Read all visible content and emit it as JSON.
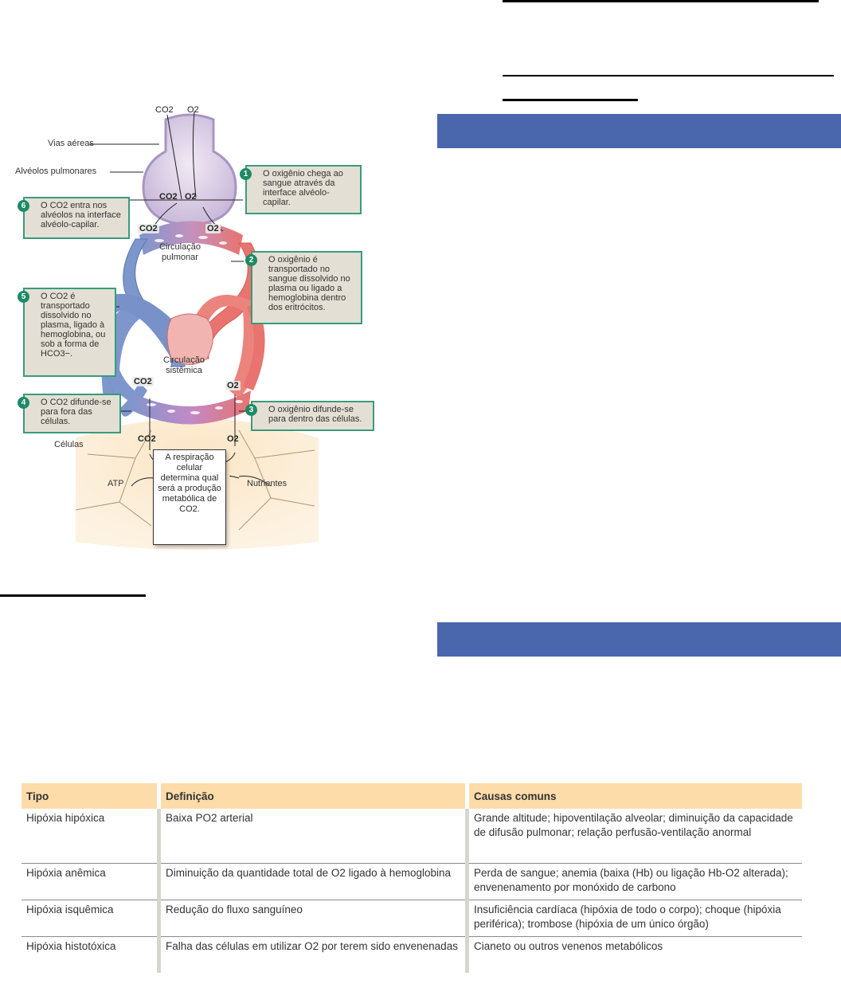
{
  "colors": {
    "section_bar": "#4a67ae",
    "table_header_bg": "#fddcaa",
    "callout_bg": "#e4dfd4",
    "callout_border": "#3a9b7c",
    "badge": "#1d8a66",
    "venous_blood": "#6f8fc8",
    "arterial_blood": "#e9736e"
  },
  "diagram": {
    "top_gases": {
      "co2": "CO2",
      "o2": "O2"
    },
    "labels": {
      "airways": "Vias aéreas",
      "alveoli": "Alvéolos pulmonares",
      "pulmonary_circ_line1": "Circulação",
      "pulmonary_circ_line2": "pulmonar",
      "systemic_circ_line1": "Circulação",
      "systemic_circ_line2": "sistêmica",
      "cells": "Células",
      "atp": "ATP",
      "nutrients": "Nutrientes"
    },
    "gas_labels": {
      "alveolus_co2": "CO2",
      "alveolus_o2": "O2",
      "pulm_co2": "CO2",
      "pulm_o2": "O2",
      "sys_co2": "CO2",
      "sys_o2": "O2",
      "cell_co2": "CO2",
      "cell_o2": "O2"
    },
    "callouts": [
      {
        "number": "1",
        "text": "O oxigênio chega ao sangue através da interface alvéolo-capilar."
      },
      {
        "number": "2",
        "text": "O oxigênio é transportado no sangue dissolvido no plasma ou ligado a hemoglobina dentro dos eritrócitos."
      },
      {
        "number": "3",
        "text": "O oxigênio difunde-se para dentro das células."
      },
      {
        "number": "4",
        "text": "O CO2 difunde-se para fora das células."
      },
      {
        "number": "5",
        "text": "O CO2 é transportado dissolvido no plasma, ligado à hemoglobina, ou sob a forma de HCO3−."
      },
      {
        "number": "6",
        "text": "O CO2 entra nos alvéolos na interface alvéolo-capilar."
      }
    ],
    "center_box": "A respiração celular determina qual será a produção metabólica de CO2."
  },
  "table": {
    "headers": [
      "Tipo",
      "Definição",
      "Causas comuns"
    ],
    "rows": [
      {
        "type": "Hipóxia hipóxica",
        "definition": "Baixa PO2 arterial",
        "causes": "Grande altitude; hipoventilação alveolar; diminuição da capacidade de difusão pulmonar; relação perfusão-ventilação anormal"
      },
      {
        "type": "Hipóxia anêmica",
        "definition": "Diminuição da quantidade total de O2 ligado à hemoglobina",
        "causes": "Perda de sangue; anemia (baixa (Hb) ou ligação Hb-O2 alterada); envenenamento por monóxido de carbono"
      },
      {
        "type": "Hipóxia isquêmica",
        "definition": "Redução do fluxo sanguíneo",
        "causes": "Insuficiência cardíaca (hipóxia de todo o corpo); choque (hipóxia periférica); trombose (hipóxia de um único órgão)"
      },
      {
        "type": "Hipóxia histotóxica",
        "definition": "Falha das células em utilizar O2 por terem sido envenenadas",
        "causes": "Cianeto ou outros venenos metabólicos"
      }
    ]
  }
}
